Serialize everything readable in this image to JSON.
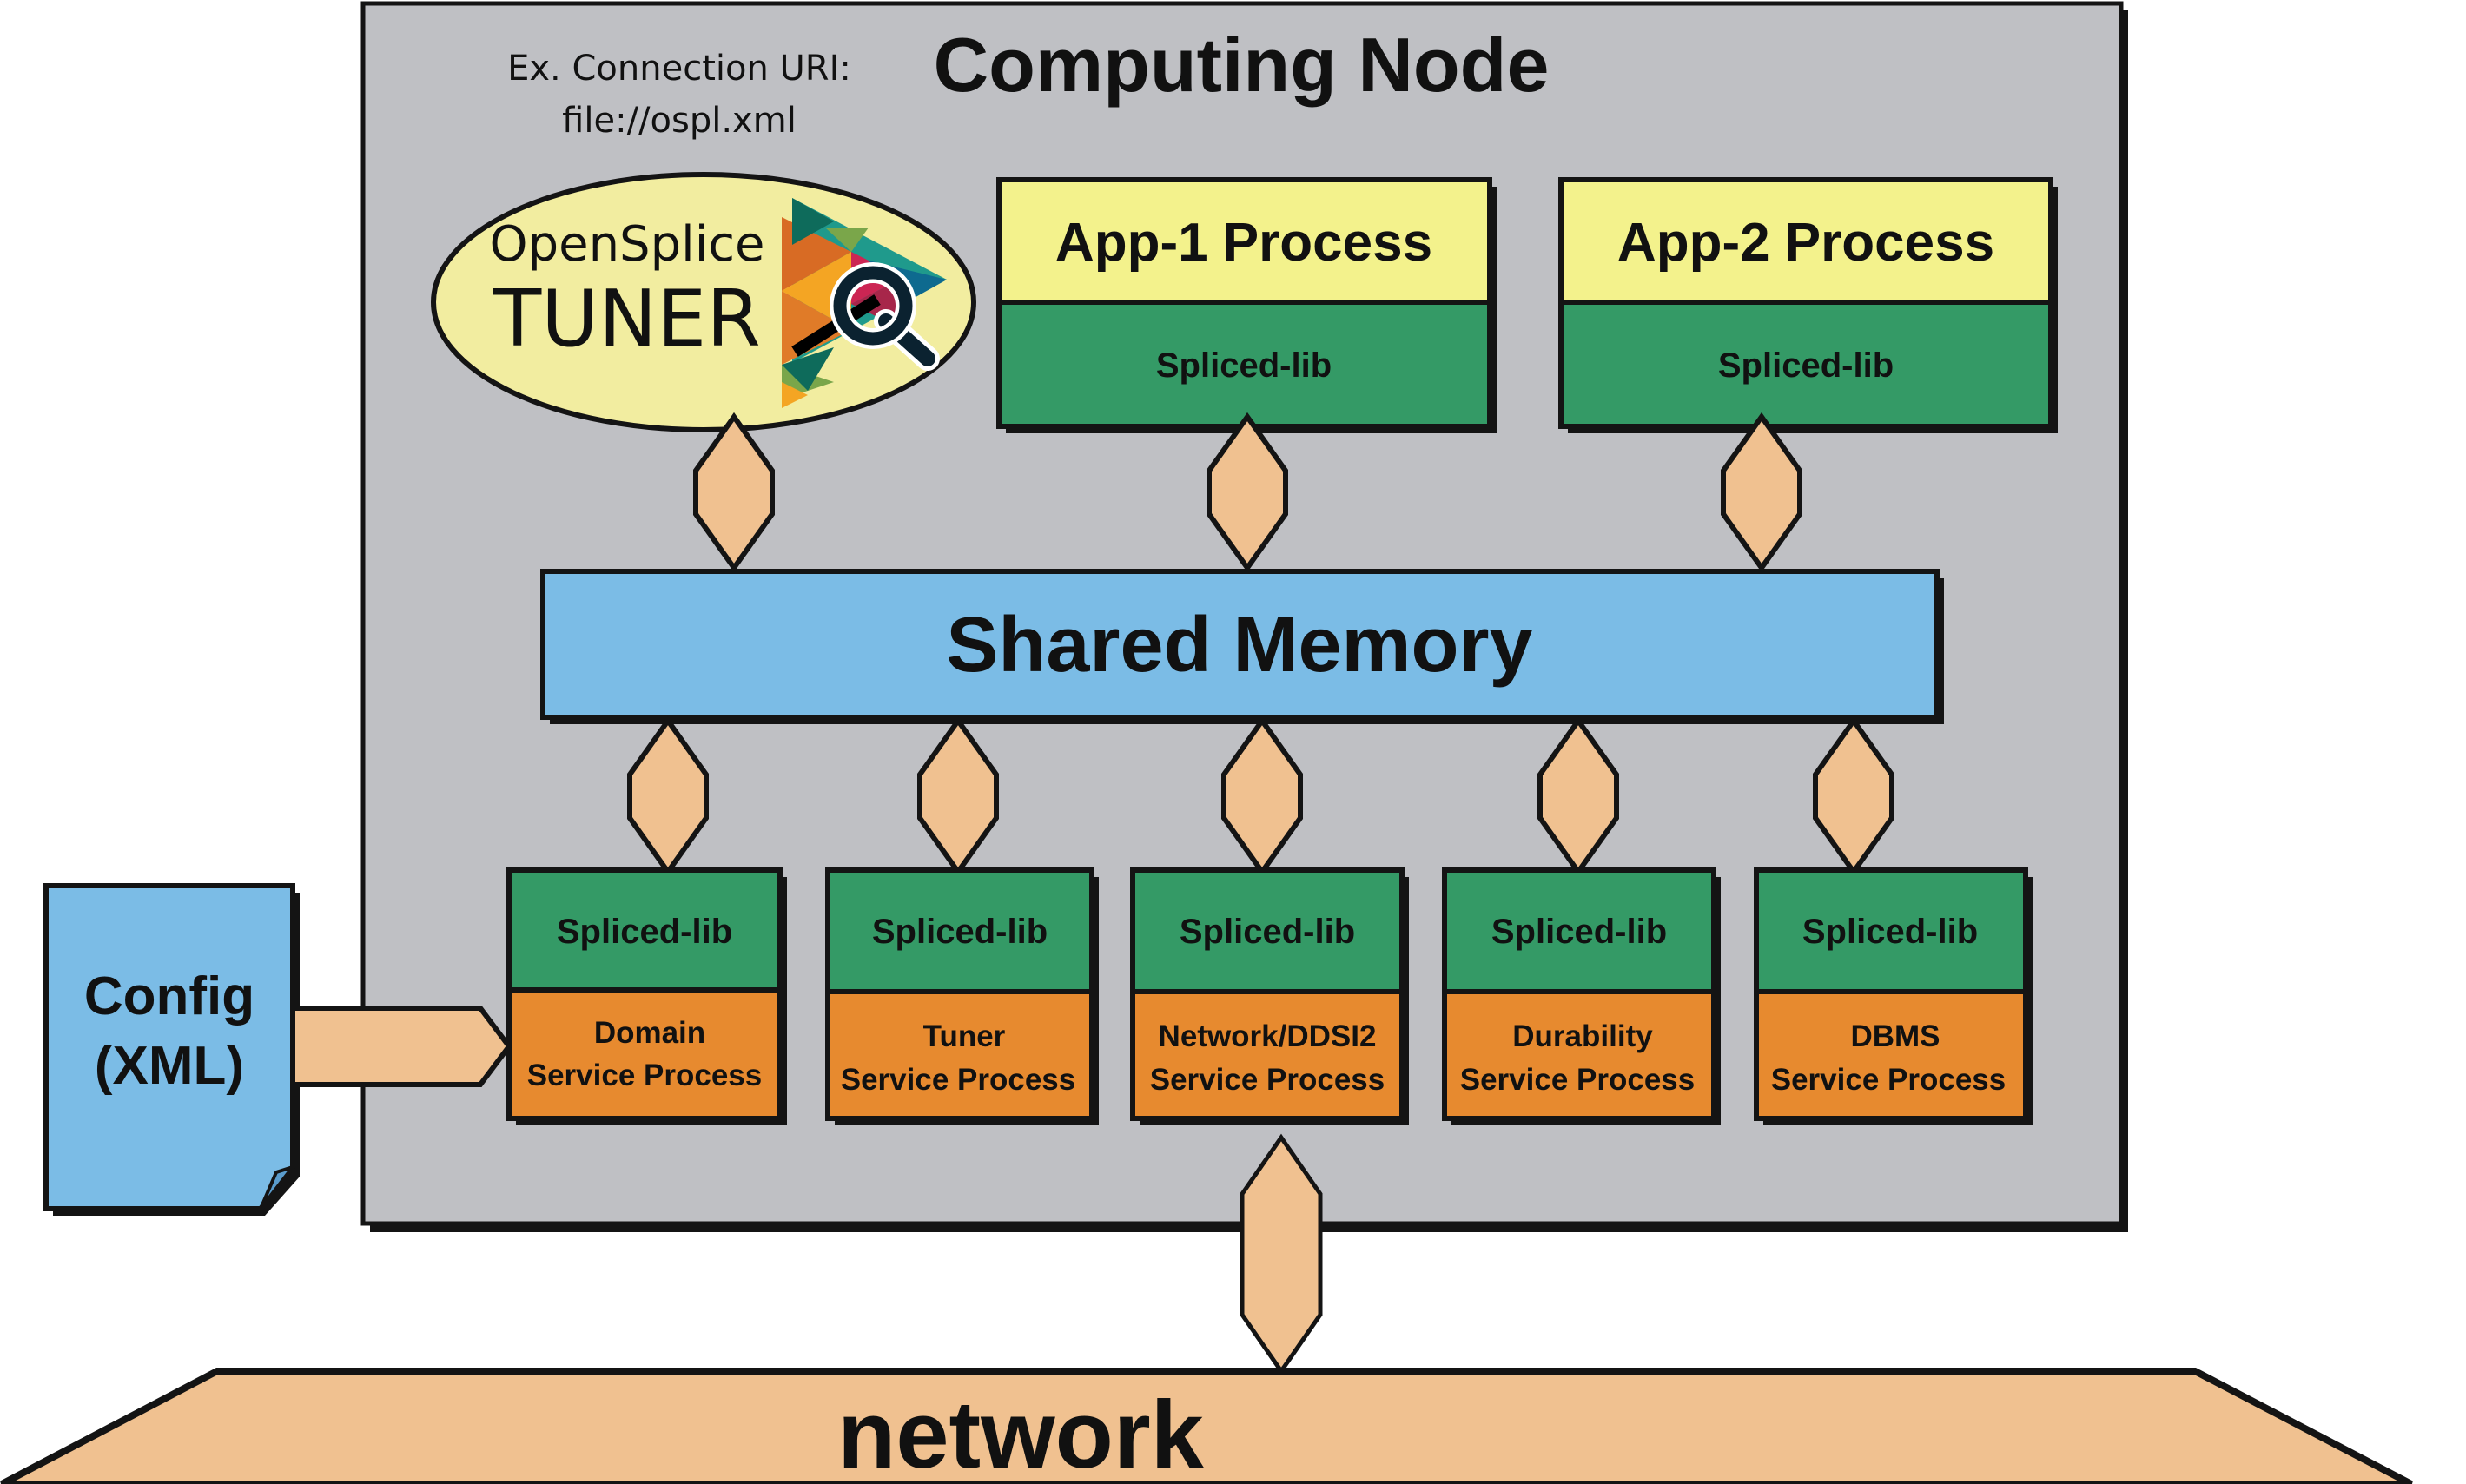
{
  "title": "Computing Node",
  "connection_uri": {
    "label": "Ex. Connection URI:",
    "value": "file://ospl.xml"
  },
  "tuner": {
    "line1": "OpenSplice",
    "line2": "TUNER",
    "icon": "magnifier-icon"
  },
  "apps": [
    {
      "name": "App-1 Process",
      "lib": "Spliced-lib"
    },
    {
      "name": "App-2 Process",
      "lib": "Spliced-lib"
    }
  ],
  "shared_memory": "Shared Memory",
  "services": [
    {
      "lib": "Spliced-lib",
      "line1": "Domain",
      "line2": "Service Process"
    },
    {
      "lib": "Spliced-lib",
      "line1": "Tuner",
      "line2": "Service Process"
    },
    {
      "lib": "Spliced-lib",
      "line1": "Network/DDSI2",
      "line2": "Service Process"
    },
    {
      "lib": "Spliced-lib",
      "line1": "Durability",
      "line2": "Service Process"
    },
    {
      "lib": "Spliced-lib",
      "line1": "DBMS",
      "line2": "Service Process"
    }
  ],
  "config": {
    "line1": "Config",
    "line2": "(XML)"
  },
  "network": "network",
  "colors": {
    "node_bg": "#bfc0c4",
    "app_header": "#f3f28c",
    "lib_green": "#349a66",
    "service_orange": "#e78a2f",
    "shared_memory": "#7bbce6",
    "connector": "#f0c190",
    "tuner_ellipse": "#f2eda0",
    "config_blue": "#7bbce6"
  }
}
